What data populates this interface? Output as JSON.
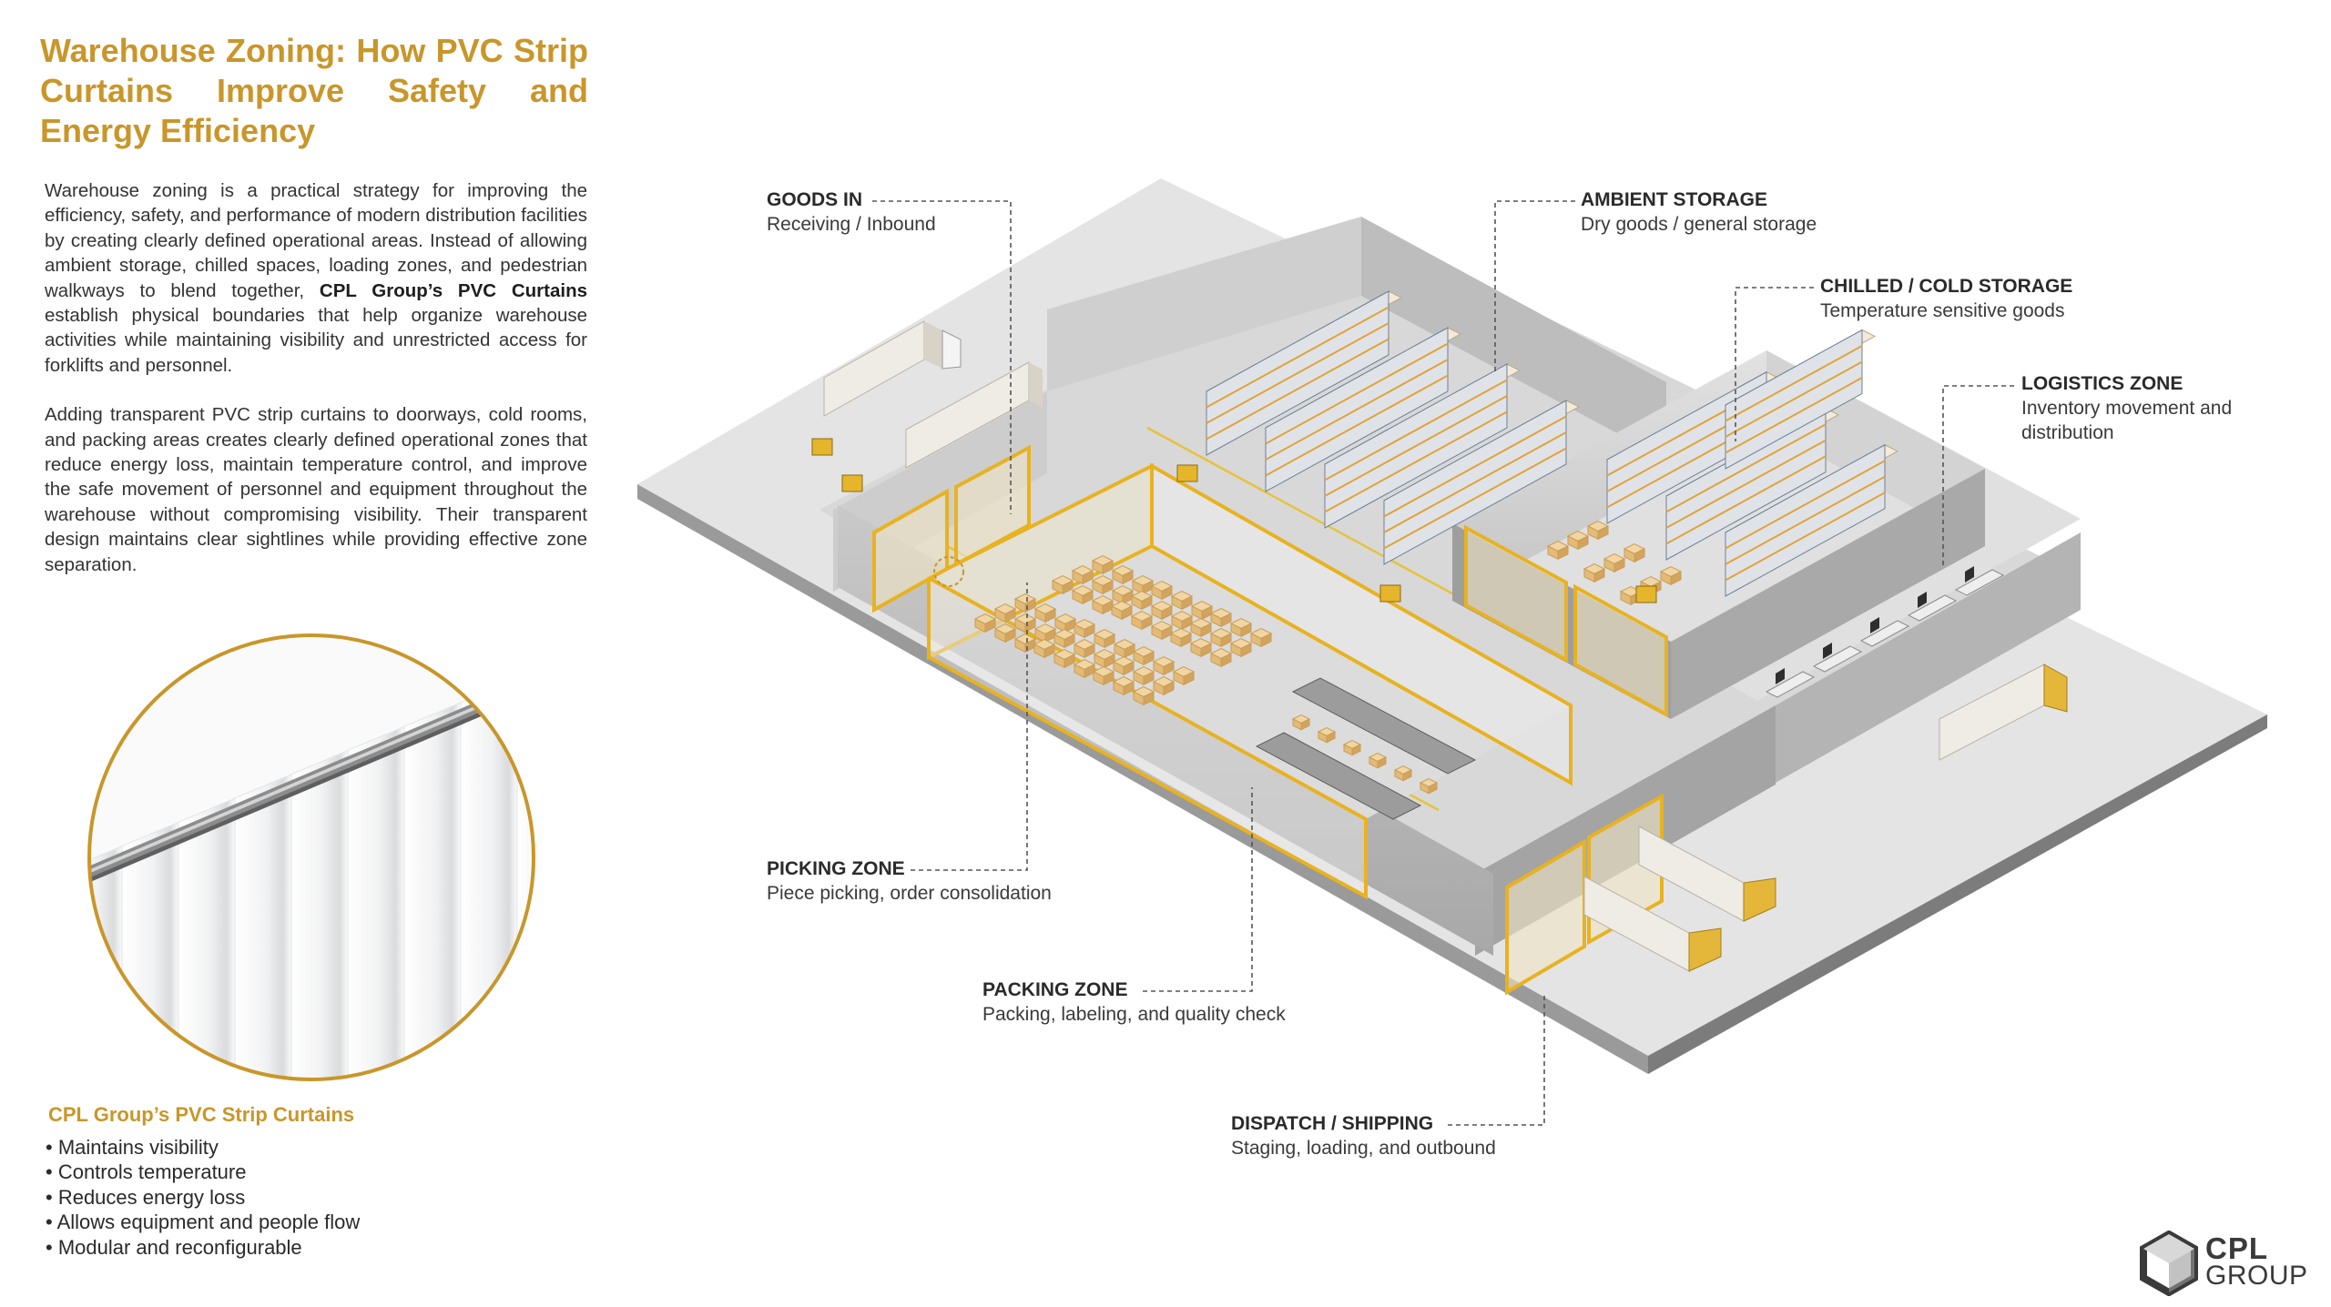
{
  "title": "Warehouse Zoning: How PVC Strip Curtains Improve Safety and Energy Efficiency",
  "intro": {
    "p1_before": "Warehouse zoning is a practical strategy for improving the efficiency, safety, and performance of modern distribution facilities by creating clearly defined operational areas. Instead of allowing ambient storage, chilled spaces, loading zones, and pedestrian walkways to blend together, ",
    "p1_bold": "CPL Group’s PVC Curtains",
    "p1_after": " establish physical boundaries that help organize warehouse activities while maintaining visibility and unrestricted access for forklifts and personnel.",
    "p2": "Adding transparent PVC strip curtains to doorways, cold rooms, and packing areas creates clearly defined operational zones that reduce energy loss, maintain temperature control, and improve the safe movement of personnel and equipment throughout the warehouse without compromising visibility. Their transparent design maintains clear sightlines while providing effective zone separation."
  },
  "benefits": {
    "title": "CPL Group’s  PVC Strip Curtains",
    "items": [
      "Maintains visibility",
      "Controls temperature",
      "Reduces energy loss",
      "Allows equipment and people flow",
      "Modular and reconfigurable"
    ]
  },
  "zones": [
    {
      "name": "GOODS IN",
      "desc": "Receiving / Inbound"
    },
    {
      "name": "AMBIENT STORAGE",
      "desc": "Dry goods / general storage"
    },
    {
      "name": "CHILLED / COLD STORAGE",
      "desc": "Temperature sensitive goods"
    },
    {
      "name": "LOGISTICS ZONE",
      "desc": "Inventory movement and distribution"
    },
    {
      "name": "PICKING ZONE",
      "desc": "Piece picking, order consolidation"
    },
    {
      "name": "PACKING ZONE",
      "desc": "Packing, labeling, and quality check"
    },
    {
      "name": "DISPATCH / SHIPPING",
      "desc": "Staging, loading, and outbound"
    }
  ],
  "logo": {
    "line1": "CPL",
    "line2": "GROUP"
  },
  "colors": {
    "accent": "#c9962a",
    "curtain_frame": "#e8b220",
    "floor": "#e6e6e6",
    "wall": "#b9b9b9"
  }
}
